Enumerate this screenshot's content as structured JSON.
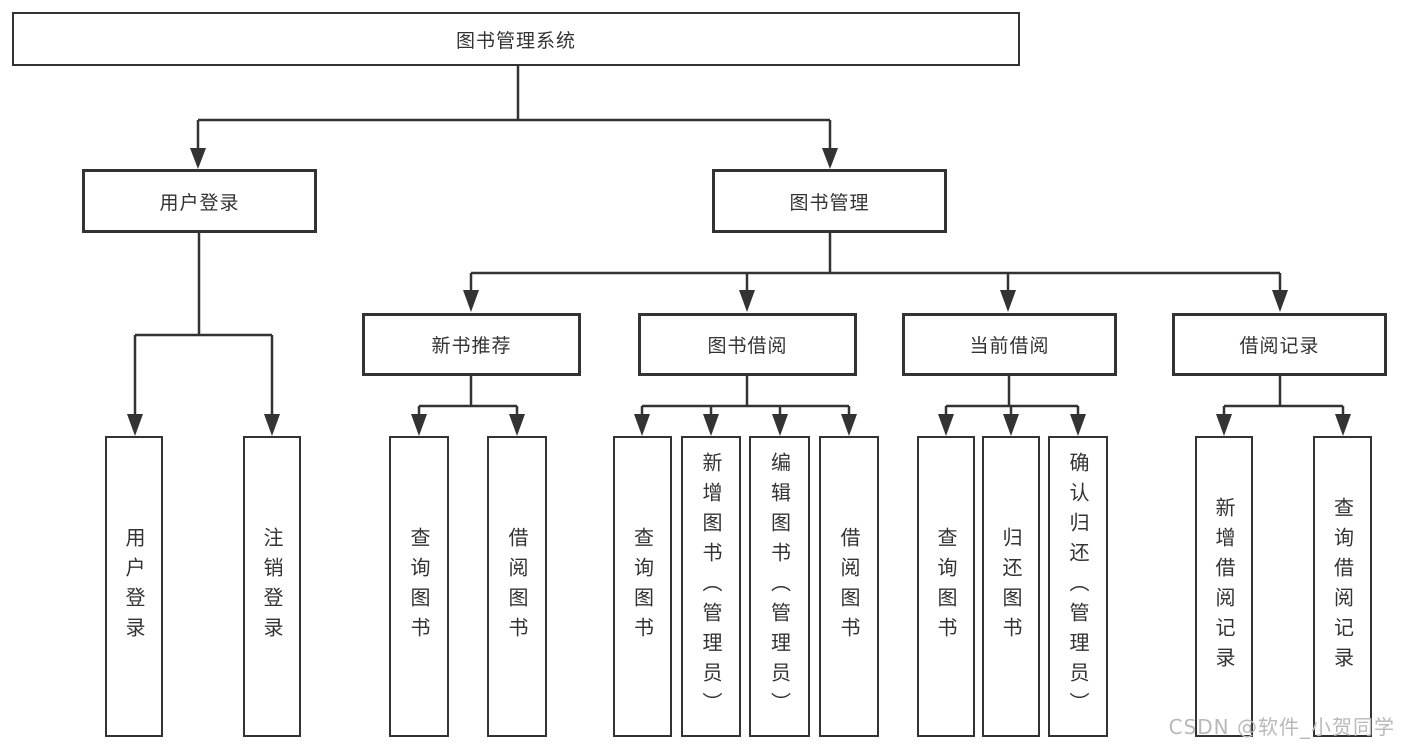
{
  "tree": {
    "root": "图书管理系统",
    "branches": [
      {
        "label": "用户登录",
        "children": [
          "用户登录",
          "注销登录"
        ]
      },
      {
        "label": "图书管理",
        "groups": [
          {
            "label": "新书推荐",
            "children": [
              "查询图书",
              "借阅图书"
            ]
          },
          {
            "label": "图书借阅",
            "children": [
              "查询图书",
              "新增图书（管理员）",
              "编辑图书（管理员）",
              "借阅图书"
            ]
          },
          {
            "label": "当前借阅",
            "children": [
              "查询图书",
              "归还图书",
              "确认归还（管理员）"
            ]
          },
          {
            "label": "借阅记录",
            "children": [
              "新增借阅记录",
              "查询借阅记录"
            ]
          }
        ]
      }
    ]
  },
  "watermark": {
    "text": "CSDN @软件_小贺同学"
  },
  "colors": {
    "line": "#333333",
    "box_border": "#333333",
    "text": "#333333",
    "watermark_text": "#b9b9b9",
    "background": "#ffffff"
  }
}
